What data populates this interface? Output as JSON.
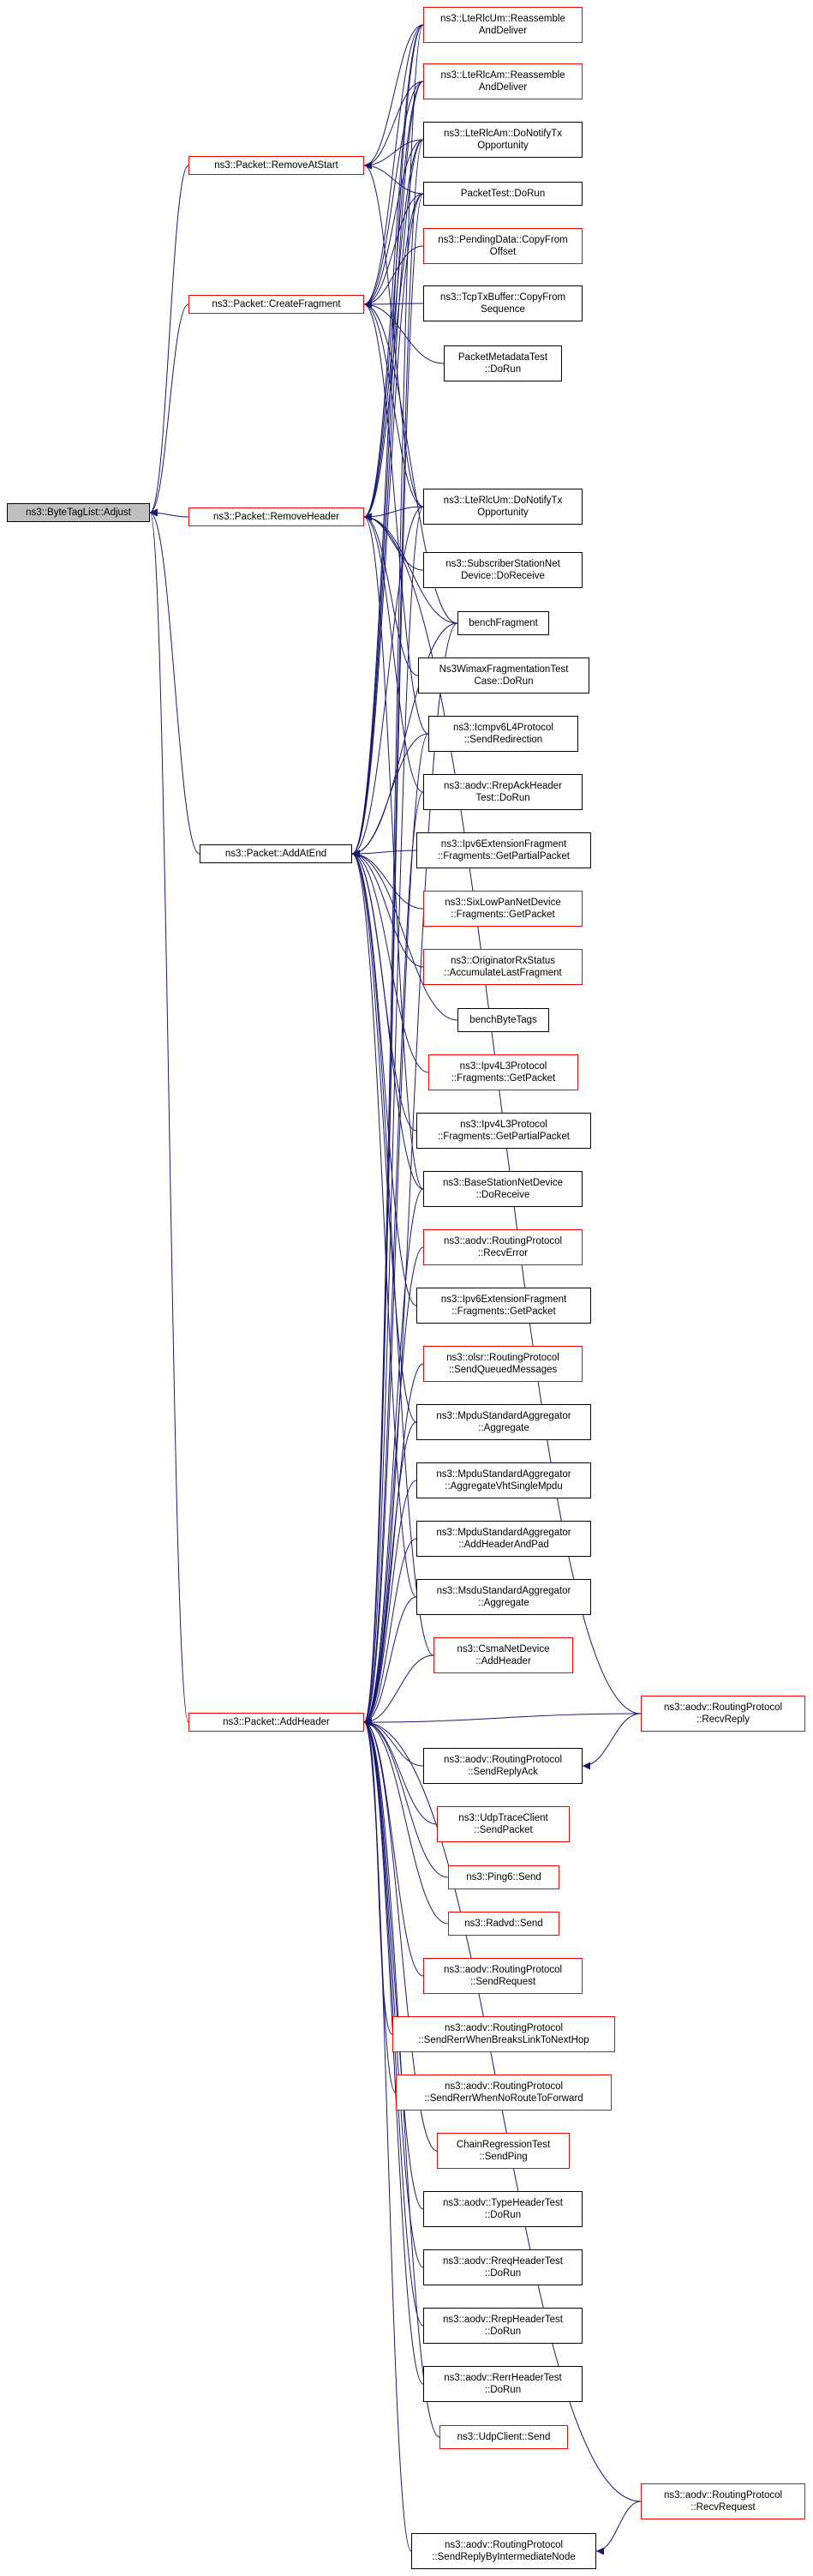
{
  "graph": {
    "edge_color": "#191970",
    "nodes": [
      {
        "id": "bytetaglist-adjust",
        "lines": [
          "ns3::ByteTagList::Adjust"
        ],
        "border": "#000000",
        "fill": "#bfbfbf",
        "link": false
      },
      {
        "id": "packet-removeatstart",
        "lines": [
          "ns3::Packet::RemoveAtStart"
        ],
        "border": "#ff0000",
        "link": true
      },
      {
        "id": "packet-createfragment",
        "lines": [
          "ns3::Packet::CreateFragment"
        ],
        "border": "#ff0000",
        "link": true
      },
      {
        "id": "packet-removeheader",
        "lines": [
          "ns3::Packet::RemoveHeader"
        ],
        "border": "#ff0000",
        "link": true
      },
      {
        "id": "packet-addatend",
        "lines": [
          "ns3::Packet::AddAtEnd"
        ],
        "border": "#000000",
        "link": true
      },
      {
        "id": "packet-addheader",
        "lines": [
          "ns3::Packet::AddHeader"
        ],
        "border": "#ff0000",
        "link": true
      },
      {
        "id": "lterlcum-reassemble",
        "lines": [
          "ns3::LteRlcUm::Reassemble",
          "AndDeliver"
        ],
        "border": "#ff0000",
        "link": true
      },
      {
        "id": "lterlcam-reassemble",
        "lines": [
          "ns3::LteRlcAm::Reassemble",
          "AndDeliver"
        ],
        "border": "#ff0000",
        "link": true
      },
      {
        "id": "lterlcam-donotifytx",
        "lines": [
          "ns3::LteRlcAm::DoNotifyTx",
          "Opportunity"
        ],
        "border": "#000000",
        "link": true
      },
      {
        "id": "packettest-dorun",
        "lines": [
          "PacketTest::DoRun"
        ],
        "border": "#000000",
        "link": true
      },
      {
        "id": "pendingdata-copyfrom",
        "lines": [
          "ns3::PendingData::CopyFrom",
          "Offset"
        ],
        "border": "#ff0000",
        "link": true
      },
      {
        "id": "tcptxbuffer-copyfrom",
        "lines": [
          "ns3::TcpTxBuffer::CopyFrom",
          "Sequence"
        ],
        "border": "#000000",
        "link": true
      },
      {
        "id": "packetmetadatatest-dorun",
        "lines": [
          "PacketMetadataTest",
          "::DoRun"
        ],
        "border": "#000000",
        "link": true
      },
      {
        "id": "lterlcum-donotifytx",
        "lines": [
          "ns3::LteRlcUm::DoNotifyTx",
          "Opportunity"
        ],
        "border": "#000000",
        "link": true
      },
      {
        "id": "subscriberstation-doreceive",
        "lines": [
          "ns3::SubscriberStationNet",
          "Device::DoReceive"
        ],
        "border": "#000000",
        "link": true
      },
      {
        "id": "benchfragment",
        "lines": [
          "benchFragment"
        ],
        "border": "#000000",
        "link": true
      },
      {
        "id": "ns3wimaxfragmentationtest",
        "lines": [
          "Ns3WimaxFragmentationTest",
          "Case::DoRun"
        ],
        "border": "#000000",
        "link": true
      },
      {
        "id": "icmpv6l4protocol-sendredirection",
        "lines": [
          "ns3::Icmpv6L4Protocol",
          "::SendRedirection"
        ],
        "border": "#000000",
        "link": true
      },
      {
        "id": "aodv-rrepackheadertest",
        "lines": [
          "ns3::aodv::RrepAckHeader",
          "Test::DoRun"
        ],
        "border": "#000000",
        "link": true
      },
      {
        "id": "ipv6extfragment-getpartialpacket",
        "lines": [
          "ns3::Ipv6ExtensionFragment",
          "::Fragments::GetPartialPacket"
        ],
        "border": "#000000",
        "link": true
      },
      {
        "id": "sixlowpan-fragments-getpacket",
        "lines": [
          "ns3::SixLowPanNetDevice",
          "::Fragments::GetPacket"
        ],
        "border": "#ff0000",
        "link": true
      },
      {
        "id": "originatorrxstatus",
        "lines": [
          "ns3::OriginatorRxStatus",
          "::AccumulateLastFragment"
        ],
        "border": "#ff0000",
        "link": true
      },
      {
        "id": "benchbytetags",
        "lines": [
          "benchByteTags"
        ],
        "border": "#000000",
        "link": true
      },
      {
        "id": "ipv4l3-fragments-getpacket",
        "lines": [
          "ns3::Ipv4L3Protocol",
          "::Fragments::GetPacket"
        ],
        "border": "#ff0000",
        "link": true
      },
      {
        "id": "ipv4l3-fragments-getpartialpacket",
        "lines": [
          "ns3::Ipv4L3Protocol",
          "::Fragments::GetPartialPacket"
        ],
        "border": "#000000",
        "link": true
      },
      {
        "id": "basestation-doreceive",
        "lines": [
          "ns3::BaseStationNetDevice",
          "::DoReceive"
        ],
        "border": "#000000",
        "link": true
      },
      {
        "id": "aodv-recverror",
        "lines": [
          "ns3::aodv::RoutingProtocol",
          "::RecvError"
        ],
        "border": "#ff0000",
        "link": true
      },
      {
        "id": "ipv6extfragment-getpacket",
        "lines": [
          "ns3::Ipv6ExtensionFragment",
          "::Fragments::GetPacket"
        ],
        "border": "#000000",
        "link": true
      },
      {
        "id": "olsr-sendqueuedmessages",
        "lines": [
          "ns3::olsr::RoutingProtocol",
          "::SendQueuedMessages"
        ],
        "border": "#ff0000",
        "link": true
      },
      {
        "id": "mpdu-aggregate",
        "lines": [
          "ns3::MpduStandardAggregator",
          "::Aggregate"
        ],
        "border": "#000000",
        "link": true
      },
      {
        "id": "mpdu-aggregatevhtsinglempdu",
        "lines": [
          "ns3::MpduStandardAggregator",
          "::AggregateVhtSingleMpdu"
        ],
        "border": "#000000",
        "link": true
      },
      {
        "id": "mpdu-addheaderandpad",
        "lines": [
          "ns3::MpduStandardAggregator",
          "::AddHeaderAndPad"
        ],
        "border": "#000000",
        "link": true
      },
      {
        "id": "msdu-aggregate",
        "lines": [
          "ns3::MsduStandardAggregator",
          "::Aggregate"
        ],
        "border": "#000000",
        "link": true
      },
      {
        "id": "csmanetdevice-addheader",
        "lines": [
          "ns3::CsmaNetDevice",
          "::AddHeader"
        ],
        "border": "#ff0000",
        "link": true
      },
      {
        "id": "aodv-recvreply",
        "lines": [
          "ns3::aodv::RoutingProtocol",
          "::RecvReply"
        ],
        "border": "#ff0000",
        "link": true
      },
      {
        "id": "aodv-sendreplyack",
        "lines": [
          "ns3::aodv::RoutingProtocol",
          "::SendReplyAck"
        ],
        "border": "#000000",
        "link": true
      },
      {
        "id": "udptraceclient-sendpacket",
        "lines": [
          "ns3::UdpTraceClient",
          "::SendPacket"
        ],
        "border": "#ff0000",
        "link": true
      },
      {
        "id": "ping6-send",
        "lines": [
          "ns3::Ping6::Send"
        ],
        "border": "#ff0000",
        "link": true
      },
      {
        "id": "radvd-send",
        "lines": [
          "ns3::Radvd::Send"
        ],
        "border": "#ff0000",
        "link": true
      },
      {
        "id": "aodv-sendrequest",
        "lines": [
          "ns3::aodv::RoutingProtocol",
          "::SendRequest"
        ],
        "border": "#ff0000",
        "link": true
      },
      {
        "id": "aodv-sendrerrwhenbreakslink",
        "lines": [
          "ns3::aodv::RoutingProtocol",
          "::SendRerrWhenBreaksLinkToNextHop"
        ],
        "border": "#ff0000",
        "link": true
      },
      {
        "id": "aodv-sendrerrwhennoroute",
        "lines": [
          "ns3::aodv::RoutingProtocol",
          "::SendRerrWhenNoRouteToForward"
        ],
        "border": "#ff0000",
        "link": true
      },
      {
        "id": "chainregressiontest-sendping",
        "lines": [
          "ChainRegressionTest",
          "::SendPing"
        ],
        "border": "#ff0000",
        "link": true
      },
      {
        "id": "aodv-typeheadertest",
        "lines": [
          "ns3::aodv::TypeHeaderTest",
          "::DoRun"
        ],
        "border": "#000000",
        "link": true
      },
      {
        "id": "aodv-rreqheadertest",
        "lines": [
          "ns3::aodv::RreqHeaderTest",
          "::DoRun"
        ],
        "border": "#000000",
        "link": true
      },
      {
        "id": "aodv-rrepheadertest",
        "lines": [
          "ns3::aodv::RrepHeaderTest",
          "::DoRun"
        ],
        "border": "#000000",
        "link": true
      },
      {
        "id": "aodv-rerrheadertest",
        "lines": [
          "ns3::aodv::RerrHeaderTest",
          "::DoRun"
        ],
        "border": "#000000",
        "link": true
      },
      {
        "id": "udpclient-send",
        "lines": [
          "ns3::UdpClient::Send"
        ],
        "border": "#ff0000",
        "link": true
      },
      {
        "id": "aodv-recvrequest",
        "lines": [
          "ns3::aodv::RoutingProtocol",
          "::RecvRequest"
        ],
        "border": "#ff0000",
        "link": true
      },
      {
        "id": "aodv-sendreplybyintermediatenode",
        "lines": [
          "ns3::aodv::RoutingProtocol",
          "::SendReplyByIntermediateNode"
        ],
        "border": "#000000",
        "link": true
      }
    ],
    "edges": [
      [
        "packet-removeatstart",
        "bytetaglist-adjust"
      ],
      [
        "packet-createfragment",
        "bytetaglist-adjust"
      ],
      [
        "packet-removeheader",
        "bytetaglist-adjust"
      ],
      [
        "packet-addatend",
        "bytetaglist-adjust"
      ],
      [
        "packet-addheader",
        "bytetaglist-adjust"
      ],
      [
        "lterlcum-reassemble",
        "packet-removeatstart"
      ],
      [
        "lterlcam-reassemble",
        "packet-removeatstart"
      ],
      [
        "lterlcam-donotifytx",
        "packet-removeatstart"
      ],
      [
        "packettest-dorun",
        "packet-removeatstart"
      ],
      [
        "lterlcum-donotifytx",
        "packet-removeatstart"
      ],
      [
        "lterlcum-reassemble",
        "packet-createfragment"
      ],
      [
        "lterlcam-reassemble",
        "packet-createfragment"
      ],
      [
        "lterlcam-donotifytx",
        "packet-createfragment"
      ],
      [
        "packettest-dorun",
        "packet-createfragment"
      ],
      [
        "pendingdata-copyfrom",
        "packet-createfragment"
      ],
      [
        "tcptxbuffer-copyfrom",
        "packet-createfragment"
      ],
      [
        "packetmetadatatest-dorun",
        "packet-createfragment"
      ],
      [
        "lterlcum-donotifytx",
        "packet-createfragment"
      ],
      [
        "benchfragment",
        "packet-createfragment"
      ],
      [
        "icmpv6l4protocol-sendredirection",
        "packet-createfragment"
      ],
      [
        "lterlcum-reassemble",
        "packet-removeheader"
      ],
      [
        "lterlcam-reassemble",
        "packet-removeheader"
      ],
      [
        "lterlcam-donotifytx",
        "packet-removeheader"
      ],
      [
        "packettest-dorun",
        "packet-removeheader"
      ],
      [
        "lterlcum-donotifytx",
        "packet-removeheader"
      ],
      [
        "subscriberstation-doreceive",
        "packet-removeheader"
      ],
      [
        "benchfragment",
        "packet-removeheader"
      ],
      [
        "ns3wimaxfragmentationtest",
        "packet-removeheader"
      ],
      [
        "aodv-rrepackheadertest",
        "packet-removeheader"
      ],
      [
        "basestation-doreceive",
        "packet-removeheader"
      ],
      [
        "aodv-recvreply",
        "packet-removeheader"
      ],
      [
        "lterlcum-reassemble",
        "packet-addatend"
      ],
      [
        "lterlcam-reassemble",
        "packet-addatend"
      ],
      [
        "lterlcam-donotifytx",
        "packet-addatend"
      ],
      [
        "packettest-dorun",
        "packet-addatend"
      ],
      [
        "lterlcum-donotifytx",
        "packet-addatend"
      ],
      [
        "benchfragment",
        "packet-addatend"
      ],
      [
        "icmpv6l4protocol-sendredirection",
        "packet-addatend"
      ],
      [
        "ipv6extfragment-getpartialpacket",
        "packet-addatend"
      ],
      [
        "sixlowpan-fragments-getpacket",
        "packet-addatend"
      ],
      [
        "originatorrxstatus",
        "packet-addatend"
      ],
      [
        "benchbytetags",
        "packet-addatend"
      ],
      [
        "ipv4l3-fragments-getpacket",
        "packet-addatend"
      ],
      [
        "ipv4l3-fragments-getpartialpacket",
        "packet-addatend"
      ],
      [
        "ipv6extfragment-getpacket",
        "packet-addatend"
      ],
      [
        "basestation-doreceive",
        "packet-addatend"
      ],
      [
        "csmanetdevice-addheader",
        "packet-addatend"
      ],
      [
        "mpdu-aggregate",
        "packet-addatend"
      ],
      [
        "msdu-aggregate",
        "packet-addatend"
      ],
      [
        "lterlcum-reassemble",
        "packet-addheader"
      ],
      [
        "lterlcam-donotifytx",
        "packet-addheader"
      ],
      [
        "packettest-dorun",
        "packet-addheader"
      ],
      [
        "lterlcum-donotifytx",
        "packet-addheader"
      ],
      [
        "benchfragment",
        "packet-addheader"
      ],
      [
        "icmpv6l4protocol-sendredirection",
        "packet-addheader"
      ],
      [
        "aodv-rrepackheadertest",
        "packet-addheader"
      ],
      [
        "basestation-doreceive",
        "packet-addheader"
      ],
      [
        "aodv-recverror",
        "packet-addheader"
      ],
      [
        "olsr-sendqueuedmessages",
        "packet-addheader"
      ],
      [
        "mpdu-aggregate",
        "packet-addheader"
      ],
      [
        "mpdu-aggregatevhtsinglempdu",
        "packet-addheader"
      ],
      [
        "mpdu-addheaderandpad",
        "packet-addheader"
      ],
      [
        "msdu-aggregate",
        "packet-addheader"
      ],
      [
        "csmanetdevice-addheader",
        "packet-addheader"
      ],
      [
        "aodv-recvreply",
        "packet-addheader"
      ],
      [
        "aodv-sendreplyack",
        "packet-addheader"
      ],
      [
        "udptraceclient-sendpacket",
        "packet-addheader"
      ],
      [
        "ping6-send",
        "packet-addheader"
      ],
      [
        "radvd-send",
        "packet-addheader"
      ],
      [
        "aodv-sendrequest",
        "packet-addheader"
      ],
      [
        "aodv-sendrerrwhenbreakslink",
        "packet-addheader"
      ],
      [
        "aodv-sendrerrwhennoroute",
        "packet-addheader"
      ],
      [
        "chainregressiontest-sendping",
        "packet-addheader"
      ],
      [
        "aodv-typeheadertest",
        "packet-addheader"
      ],
      [
        "aodv-rreqheadertest",
        "packet-addheader"
      ],
      [
        "aodv-rrepheadertest",
        "packet-addheader"
      ],
      [
        "aodv-rerrheadertest",
        "packet-addheader"
      ],
      [
        "udpclient-send",
        "packet-addheader"
      ],
      [
        "aodv-recvrequest",
        "packet-addheader"
      ],
      [
        "aodv-sendreplybyintermediatenode",
        "packet-addheader"
      ],
      [
        "aodv-recvreply",
        "aodv-sendreplyack"
      ],
      [
        "aodv-recvrequest",
        "aodv-sendreplybyintermediatenode"
      ]
    ]
  }
}
